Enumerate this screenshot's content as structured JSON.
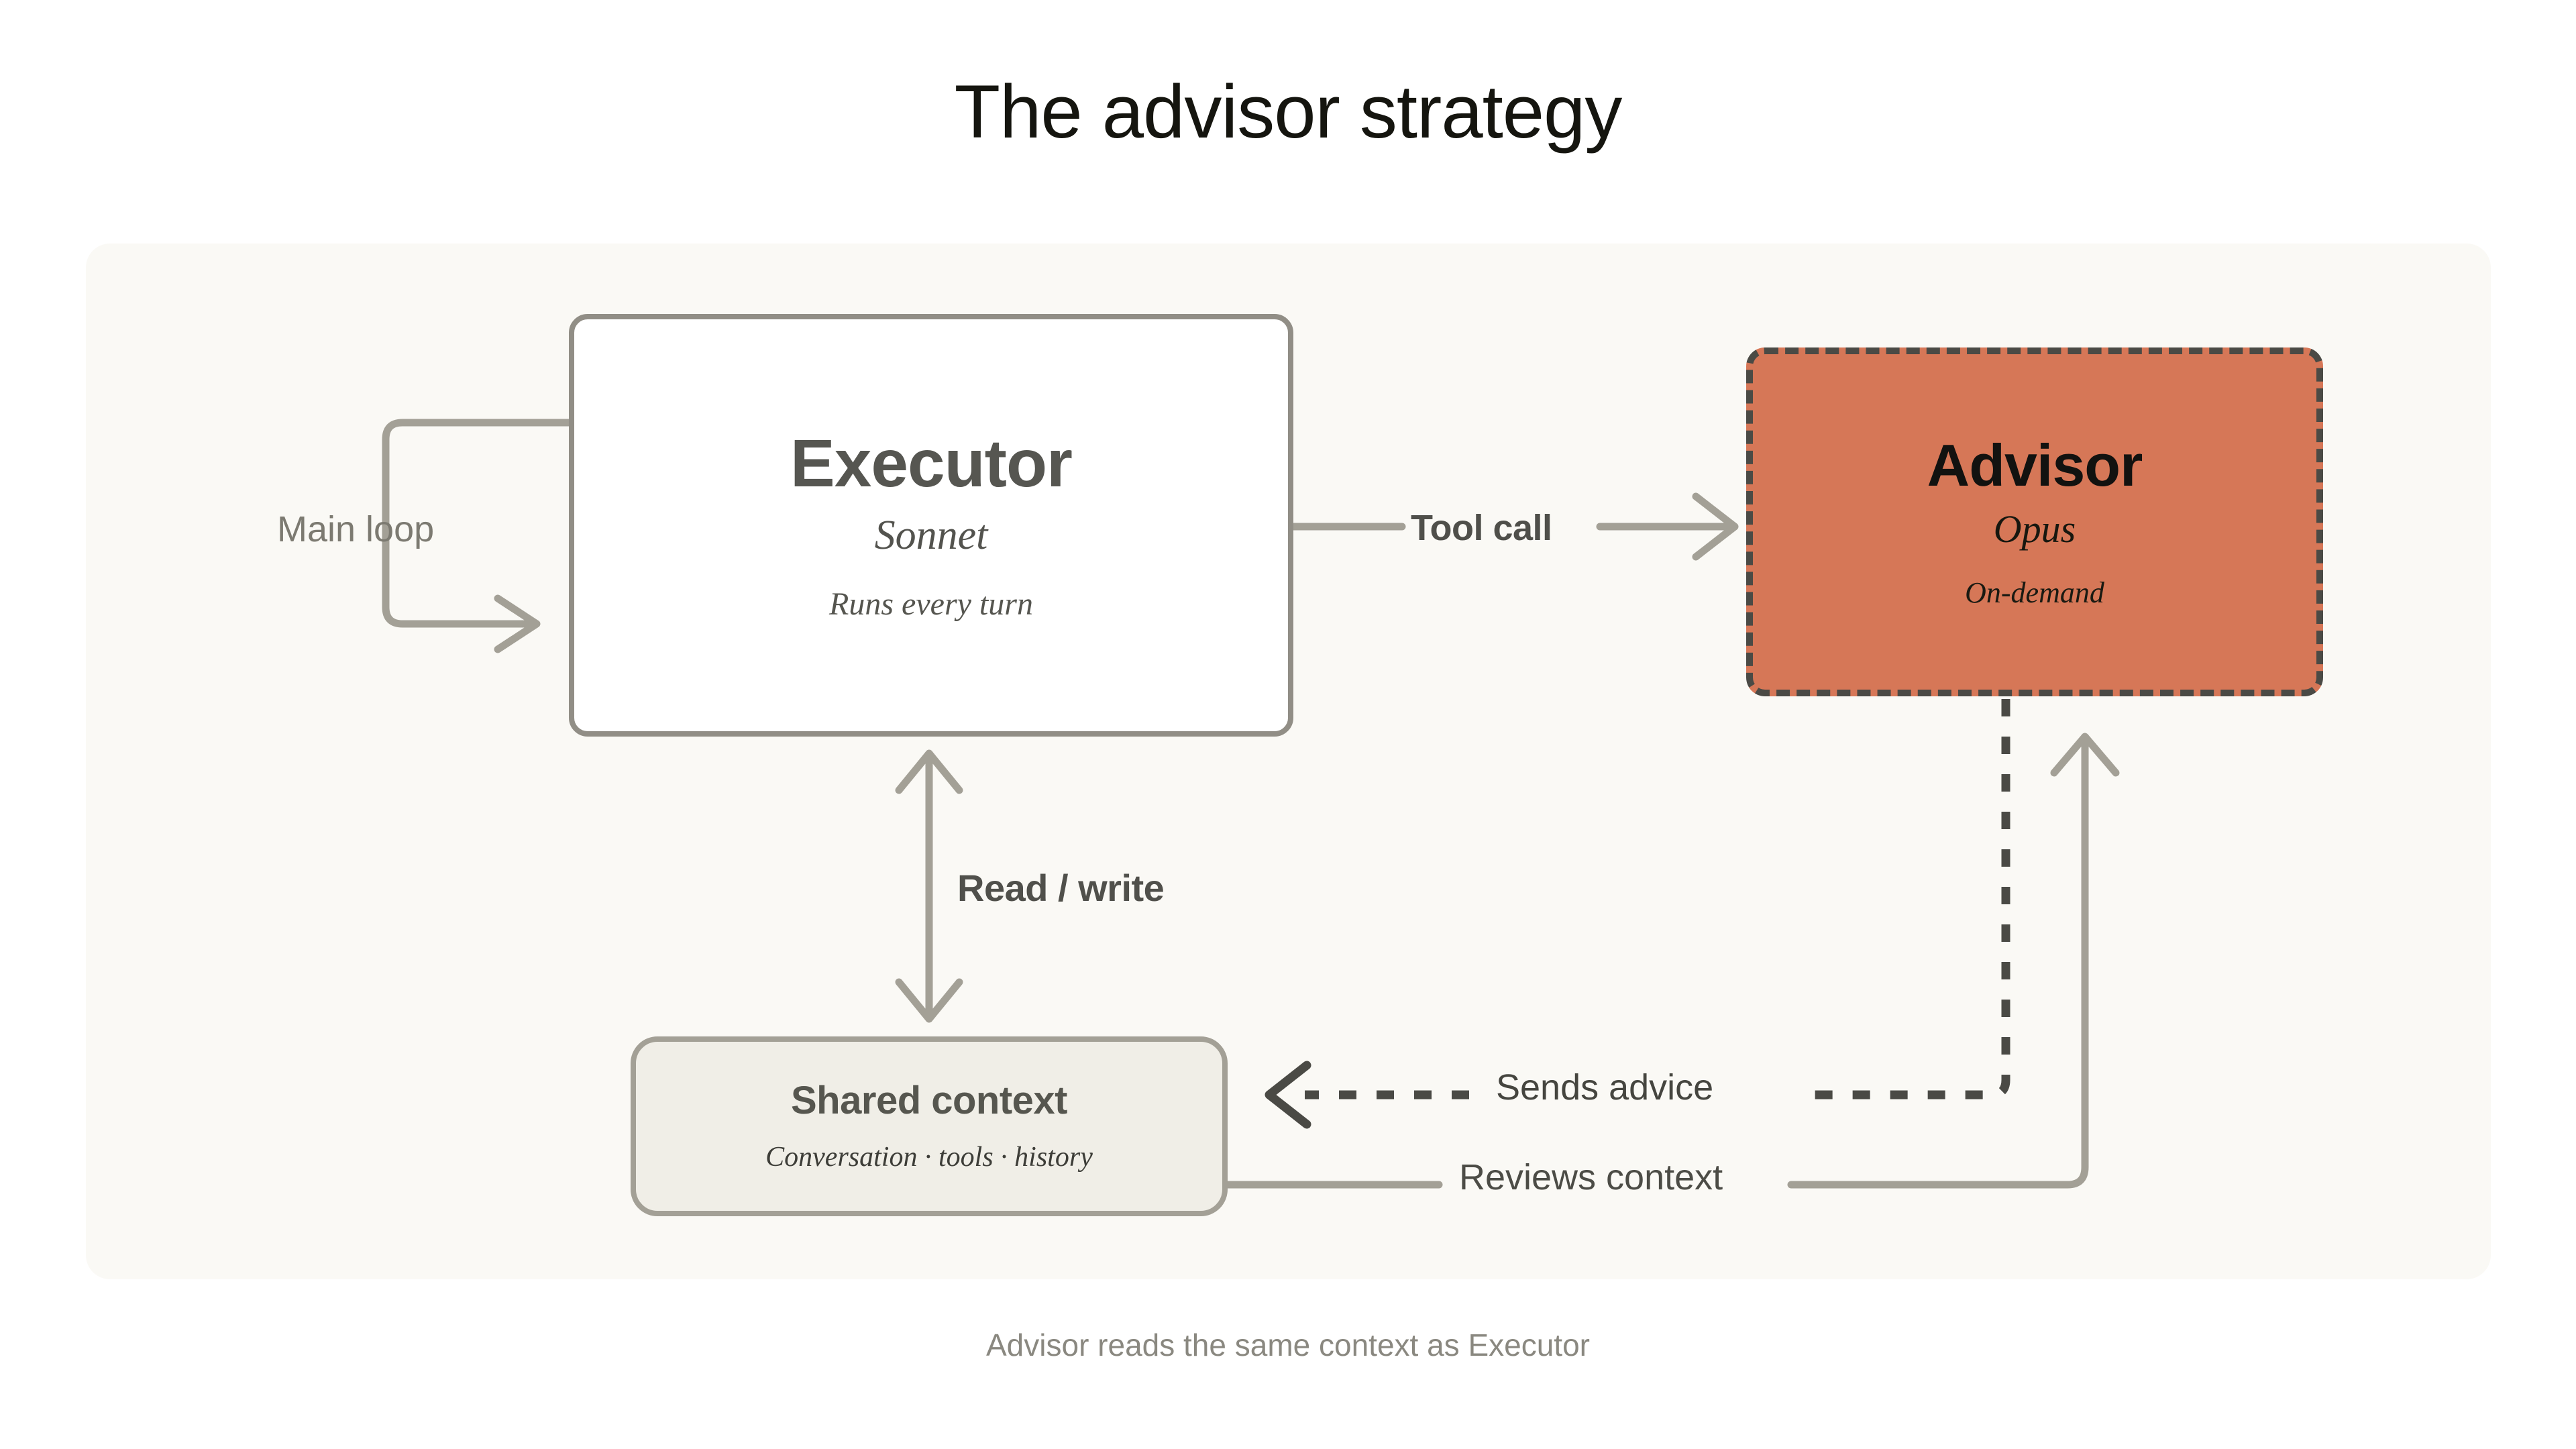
{
  "diagram": {
    "title": "The advisor strategy",
    "caption": "Advisor reads the same context as Executor",
    "colors": {
      "page_background": "#FFFFFF",
      "panel_background": "#FAF9F5",
      "accent_orange": "#D67757",
      "edge_gray": "#A3A096",
      "dashed_dark": "#4A4A45",
      "context_fill": "#F0EEE7",
      "title_text": "#15150F",
      "caption_text": "#8A8880"
    },
    "nodes": [
      {
        "id": "executor",
        "title": "Executor",
        "subtitle": "Sonnet",
        "note": "Runs every turn",
        "style": "white-solid"
      },
      {
        "id": "advisor",
        "title": "Advisor",
        "subtitle": "Opus",
        "note": "On-demand",
        "style": "orange-dashed"
      },
      {
        "id": "shared-context",
        "title": "Shared context",
        "note": "Conversation · tools · history",
        "style": "beige-solid"
      }
    ],
    "edges": [
      {
        "id": "main-loop",
        "label": "Main loop",
        "from": "executor",
        "to": "executor",
        "style": "solid",
        "arrow": "single"
      },
      {
        "id": "tool-call",
        "label": "Tool call",
        "from": "executor",
        "to": "advisor",
        "style": "solid",
        "arrow": "single"
      },
      {
        "id": "read-write",
        "label": "Read / write",
        "from": "executor",
        "to": "shared-context",
        "style": "solid",
        "arrow": "double"
      },
      {
        "id": "sends-advice",
        "label": "Sends advice",
        "from": "advisor",
        "to": "shared-context",
        "style": "dashed",
        "arrow": "single"
      },
      {
        "id": "reviews-context",
        "label": "Reviews context",
        "from": "shared-context",
        "to": "advisor",
        "style": "solid",
        "arrow": "single"
      }
    ]
  }
}
